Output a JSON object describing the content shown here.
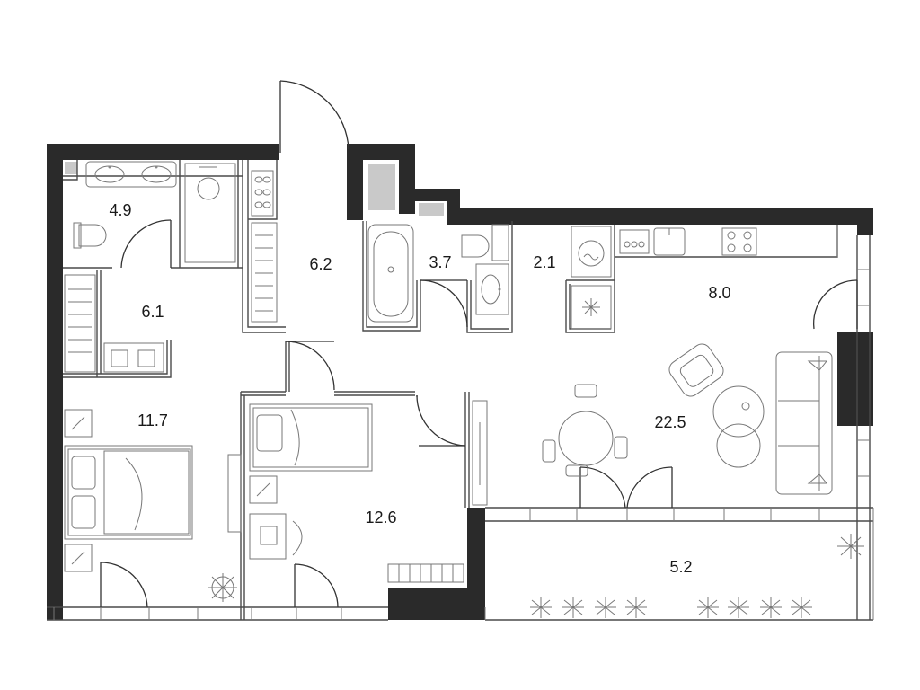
{
  "rooms": [
    {
      "id": "bath-small",
      "area": "4.9"
    },
    {
      "id": "corridor",
      "area": "6.2"
    },
    {
      "id": "bathroom",
      "area": "3.7"
    },
    {
      "id": "storage",
      "area": "2.1"
    },
    {
      "id": "hall",
      "area": "6.1"
    },
    {
      "id": "kitchen",
      "area": "8.0"
    },
    {
      "id": "bedroom-1",
      "area": "11.7"
    },
    {
      "id": "living",
      "area": "22.5"
    },
    {
      "id": "bedroom-2",
      "area": "12.6"
    },
    {
      "id": "balcony",
      "area": "5.2"
    }
  ],
  "colors": {
    "wall": "#2a2a2a",
    "shaft": "#c9c9c9",
    "line": "#4a4a4a"
  },
  "icons": [
    "sink-icon",
    "toilet-icon",
    "shower-icon",
    "bathtub-icon",
    "washing-machine-icon",
    "fridge-icon",
    "stove-icon",
    "bed-icon",
    "armchair-icon",
    "sofa-icon",
    "dining-table-icon",
    "plant-icon",
    "radiator-icon",
    "door-icon"
  ]
}
